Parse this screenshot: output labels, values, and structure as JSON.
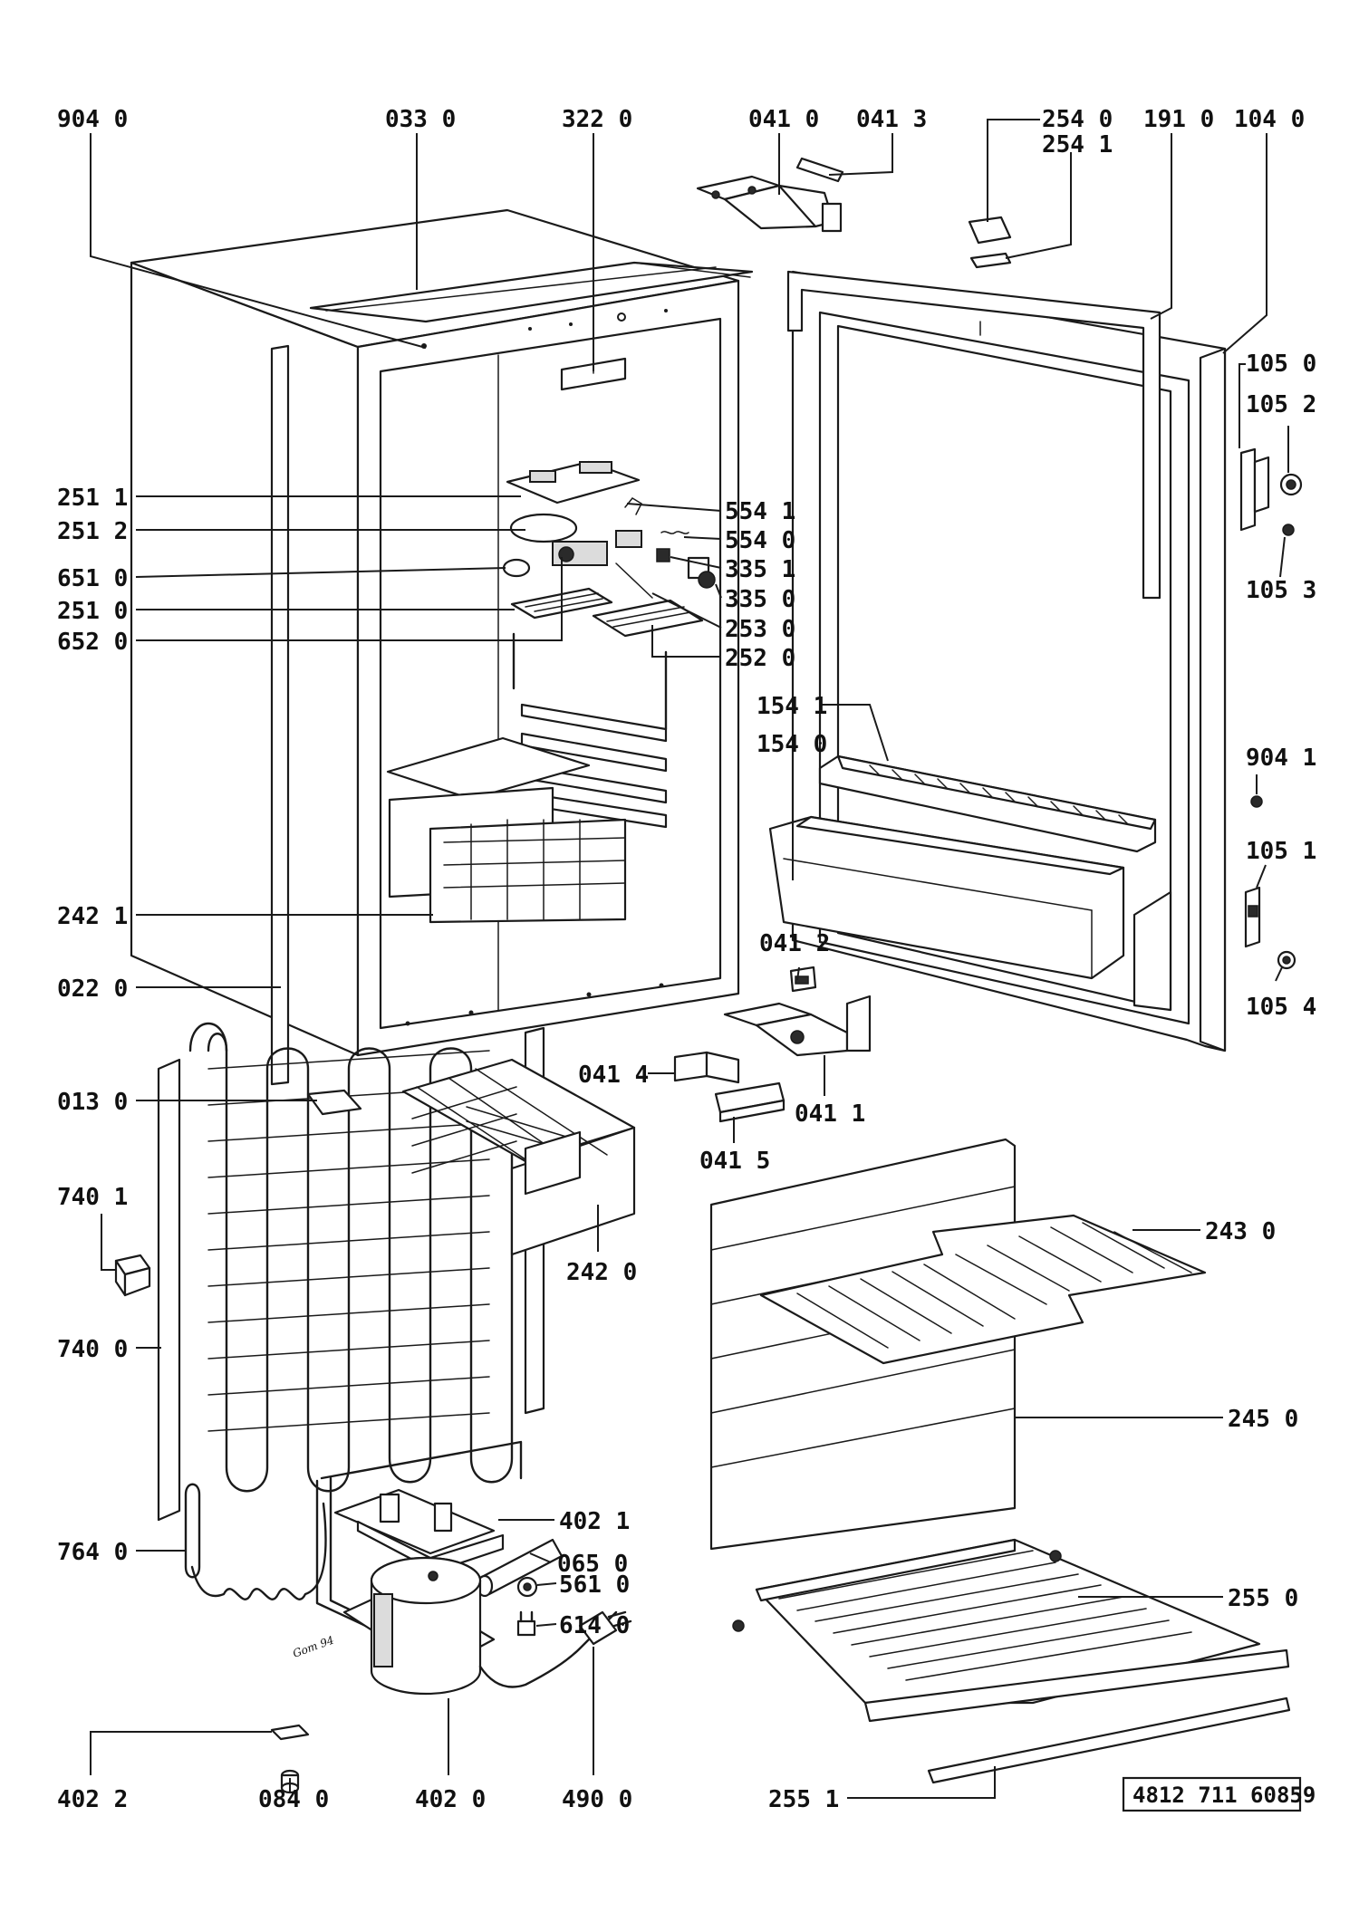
{
  "drawing": {
    "reference_number": "4812 711 60859",
    "signature": "Gom 94"
  },
  "part_labels": [
    {
      "id": "904-0",
      "text": "904 0"
    },
    {
      "id": "033-0",
      "text": "033 0"
    },
    {
      "id": "322-0",
      "text": "322 0"
    },
    {
      "id": "041-0",
      "text": "041 0"
    },
    {
      "id": "041-3",
      "text": "041 3"
    },
    {
      "id": "254-0",
      "text": "254 0"
    },
    {
      "id": "254-1",
      "text": "254 1"
    },
    {
      "id": "191-0",
      "text": "191 0"
    },
    {
      "id": "104-0",
      "text": "104 0"
    },
    {
      "id": "105-0",
      "text": "105 0"
    },
    {
      "id": "105-2",
      "text": "105 2"
    },
    {
      "id": "105-3",
      "text": "105 3"
    },
    {
      "id": "251-1",
      "text": "251 1"
    },
    {
      "id": "251-2",
      "text": "251 2"
    },
    {
      "id": "651-0",
      "text": "651 0"
    },
    {
      "id": "251-0",
      "text": "251 0"
    },
    {
      "id": "652-0",
      "text": "652 0"
    },
    {
      "id": "554-1",
      "text": "554 1"
    },
    {
      "id": "554-0",
      "text": "554 0"
    },
    {
      "id": "335-1",
      "text": "335 1"
    },
    {
      "id": "335-0",
      "text": "335 0"
    },
    {
      "id": "253-0",
      "text": "253 0"
    },
    {
      "id": "252-0",
      "text": "252 0"
    },
    {
      "id": "154-1",
      "text": "154 1"
    },
    {
      "id": "154-0",
      "text": "154 0"
    },
    {
      "id": "904-1",
      "text": "904 1"
    },
    {
      "id": "105-1",
      "text": "105 1"
    },
    {
      "id": "242-1",
      "text": "242 1"
    },
    {
      "id": "041-2",
      "text": "041 2"
    },
    {
      "id": "105-4",
      "text": "105 4"
    },
    {
      "id": "022-0",
      "text": "022 0"
    },
    {
      "id": "041-4",
      "text": "041 4"
    },
    {
      "id": "041-1",
      "text": "041 1"
    },
    {
      "id": "013-0",
      "text": "013 0"
    },
    {
      "id": "041-5",
      "text": "041 5"
    },
    {
      "id": "740-1",
      "text": "740 1"
    },
    {
      "id": "243-0",
      "text": "243 0"
    },
    {
      "id": "242-0",
      "text": "242 0"
    },
    {
      "id": "740-0",
      "text": "740 0"
    },
    {
      "id": "245-0",
      "text": "245 0"
    },
    {
      "id": "065-0",
      "text": "065 0"
    },
    {
      "id": "402-1",
      "text": "402 1"
    },
    {
      "id": "764-0",
      "text": "764 0"
    },
    {
      "id": "561-0",
      "text": "561 0"
    },
    {
      "id": "614-0",
      "text": "614 0"
    },
    {
      "id": "255-0",
      "text": "255 0"
    },
    {
      "id": "402-2",
      "text": "402 2"
    },
    {
      "id": "084-0",
      "text": "084 0"
    },
    {
      "id": "402-0",
      "text": "402 0"
    },
    {
      "id": "490-0",
      "text": "490 0"
    },
    {
      "id": "255-1",
      "text": "255 1"
    }
  ]
}
